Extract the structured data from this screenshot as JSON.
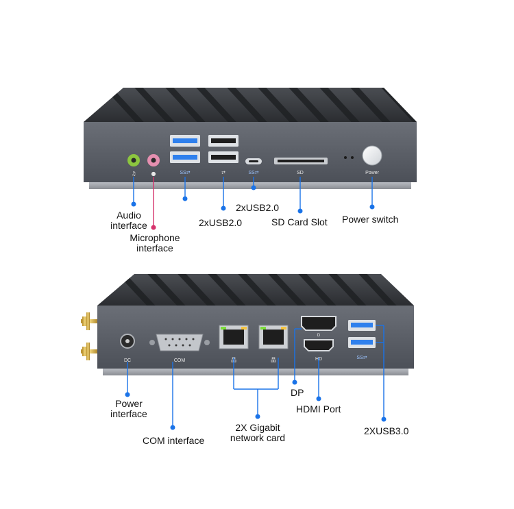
{
  "top_panel": {
    "silk": {
      "usb3": "SS⇄",
      "usb2": "⇄",
      "typec": "SS⇄",
      "sd": "SD",
      "power": "Power"
    },
    "labels": {
      "audio_line1": "Audio",
      "audio_line2": "interface",
      "mic_line1": "Microphone",
      "mic_line2": "interface",
      "usb2_a": "2xUSB2.0",
      "usb2_b": "2xUSB2.0",
      "sd_slot": "SD Card Slot",
      "power_switch": "Power switch"
    }
  },
  "bottom_panel": {
    "silk": {
      "dc": "DC",
      "com": "COM",
      "hd": "HD",
      "usb3": "SS⇄"
    },
    "labels": {
      "power_line1": "Power",
      "power_line2": "interface",
      "com": "COM interface",
      "lan_line1": "2X Gigabit",
      "lan_line2": "network card",
      "dp": "DP",
      "hdmi": "HDMI Port",
      "usb3": "2XUSB3.0"
    }
  },
  "colors": {
    "callout": "#1a73e8",
    "callout_mic": "#d6336c",
    "chassis_top": "#3a3d42",
    "panel": "#5c6068",
    "audio_jack": "#8cc63f",
    "mic_jack": "#e58fb0",
    "usb3_blue": "#2f80ed"
  }
}
